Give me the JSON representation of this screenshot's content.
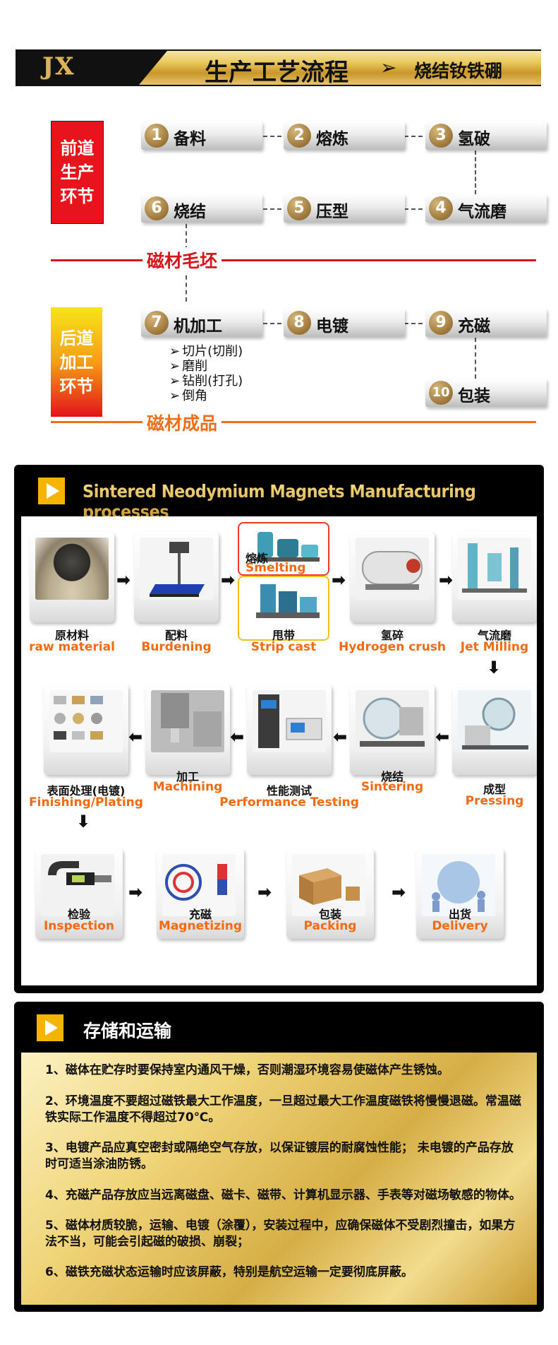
{
  "header": {
    "logo": "JX",
    "title": "生产工艺流程",
    "arrow": "➢",
    "subtitle": "烧结钕铁硼"
  },
  "flow": {
    "front_stage": [
      "前道",
      "生产",
      "环节"
    ],
    "back_stage": [
      "后道",
      "加工",
      "环节"
    ],
    "steps": [
      {
        "num": "1",
        "label": "备料"
      },
      {
        "num": "2",
        "label": "熔炼"
      },
      {
        "num": "3",
        "label": "氢破"
      },
      {
        "num": "6",
        "label": "烧结"
      },
      {
        "num": "5",
        "label": "压型"
      },
      {
        "num": "4",
        "label": "气流磨"
      },
      {
        "num": "7",
        "label": "机加工"
      },
      {
        "num": "8",
        "label": "电镀"
      },
      {
        "num": "9",
        "label": "充磁"
      },
      {
        "num": "10",
        "label": "包装"
      }
    ],
    "blank_label": "磁材毛坯",
    "finished_label": "磁材成品",
    "machining_items": [
      "切片(切削)",
      "磨削",
      "钻削(打孔)",
      "倒角"
    ]
  },
  "process": {
    "title": "Sintered Neodymium Magnets Manufacturing processes",
    "steps": [
      {
        "cn": "原材料",
        "en": "raw material"
      },
      {
        "cn": "配料",
        "en": "Burdening"
      },
      {
        "cn": "熔炼",
        "en": "Smelting"
      },
      {
        "cn": "甩带",
        "en": "Strip cast"
      },
      {
        "cn": "氢碎",
        "en": "Hydrogen crush"
      },
      {
        "cn": "气流磨",
        "en": "Jet Milling"
      },
      {
        "cn": "成型",
        "en": "Pressing"
      },
      {
        "cn": "烧结",
        "en": "Sintering"
      },
      {
        "cn": "性能测试",
        "en": "Performance Testing"
      },
      {
        "cn": "加工",
        "en": "Machining"
      },
      {
        "cn": "表面处理(电镀)",
        "en": "Finishing/Plating"
      },
      {
        "cn": "检验",
        "en": "Inspection"
      },
      {
        "cn": "充磁",
        "en": "Magnetizing"
      },
      {
        "cn": "包装",
        "en": "Packing"
      },
      {
        "cn": "出货",
        "en": "Delivery"
      }
    ],
    "colors": {
      "accent": "#f26a12",
      "play": "#f5b400"
    }
  },
  "storage": {
    "title": "存储和运输",
    "notes": [
      "1、磁体在贮存时要保持室内通风干燥，否则潮湿环境容易使磁体产生锈蚀。",
      "2、环境温度不要超过磁铁最大工作温度，一旦超过最大工作温度磁铁将慢慢退磁。常温磁铁实际工作温度不得超过70℃。",
      "3、电镀产品应真空密封或隔绝空气存放，以保证镀层的耐腐蚀性能；  未电镀的产品存放时可适当涂油防锈。",
      "4、充磁产品存放应当远离磁盘、磁卡、磁带、计算机显示器、手表等对磁场敏感的物体。",
      "5、磁体材质较脆，运输、电镀（涂覆），安装过程中，应确保磁体不受剧烈撞击，如果方法不当，可能会引起磁的破损、崩裂；",
      "6、磁铁充磁状态运输时应该屏蔽，特别是航空运输一定要彻底屏蔽。"
    ]
  }
}
